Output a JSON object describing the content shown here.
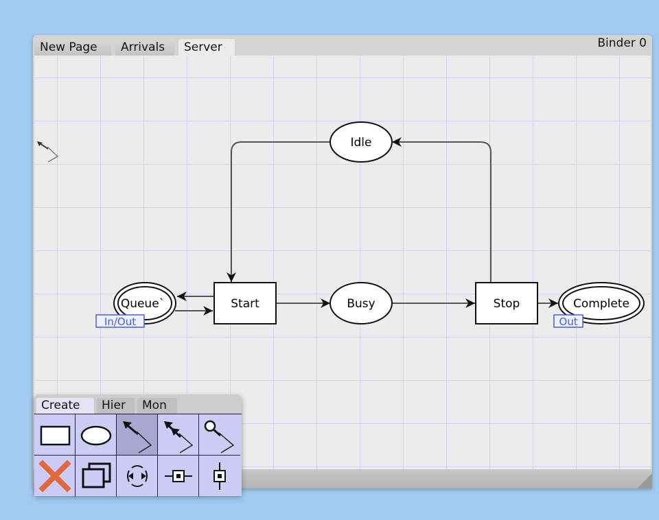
{
  "binder": {
    "title": "Binder 0",
    "tabs": [
      {
        "label": "New Page",
        "active": false
      },
      {
        "label": "Arrivals",
        "active": false
      },
      {
        "label": "Server",
        "active": true
      }
    ]
  },
  "net": {
    "places": [
      {
        "id": "queue",
        "label": "Queue`",
        "port_tag": "In/Out",
        "kind": "port"
      },
      {
        "id": "busy",
        "label": "Busy",
        "kind": "place"
      },
      {
        "id": "idle",
        "label": "Idle",
        "kind": "place"
      },
      {
        "id": "complete",
        "label": "Complete",
        "port_tag": "Out",
        "kind": "port"
      }
    ],
    "transitions": [
      {
        "id": "start",
        "label": "Start"
      },
      {
        "id": "stop",
        "label": "Stop"
      }
    ]
  },
  "palette": {
    "tabs": [
      {
        "label": "Create",
        "active": true
      },
      {
        "label": "Hier",
        "active": false
      },
      {
        "label": "Mon",
        "active": false
      }
    ],
    "tools": [
      {
        "icon": "transition-rect-icon",
        "selected": false
      },
      {
        "icon": "place-ellipse-icon",
        "selected": false
      },
      {
        "icon": "arc-icon",
        "selected": true
      },
      {
        "icon": "double-arc-icon",
        "selected": false
      },
      {
        "icon": "reset-arc-icon",
        "selected": false
      },
      {
        "icon": "delete-icon",
        "selected": false
      },
      {
        "icon": "clone-icon",
        "selected": false
      },
      {
        "icon": "reverse-arc-icon",
        "selected": false
      },
      {
        "icon": "horizontal-align-icon",
        "selected": false
      },
      {
        "icon": "vertical-align-icon",
        "selected": false
      }
    ]
  },
  "colors": {
    "background": "#a3cbf0",
    "canvas": "#ececec",
    "grid": "#d2d2f4",
    "palette": "#ccccf6",
    "port_tag": "#4a5fd0",
    "delete": "#e0683c"
  }
}
